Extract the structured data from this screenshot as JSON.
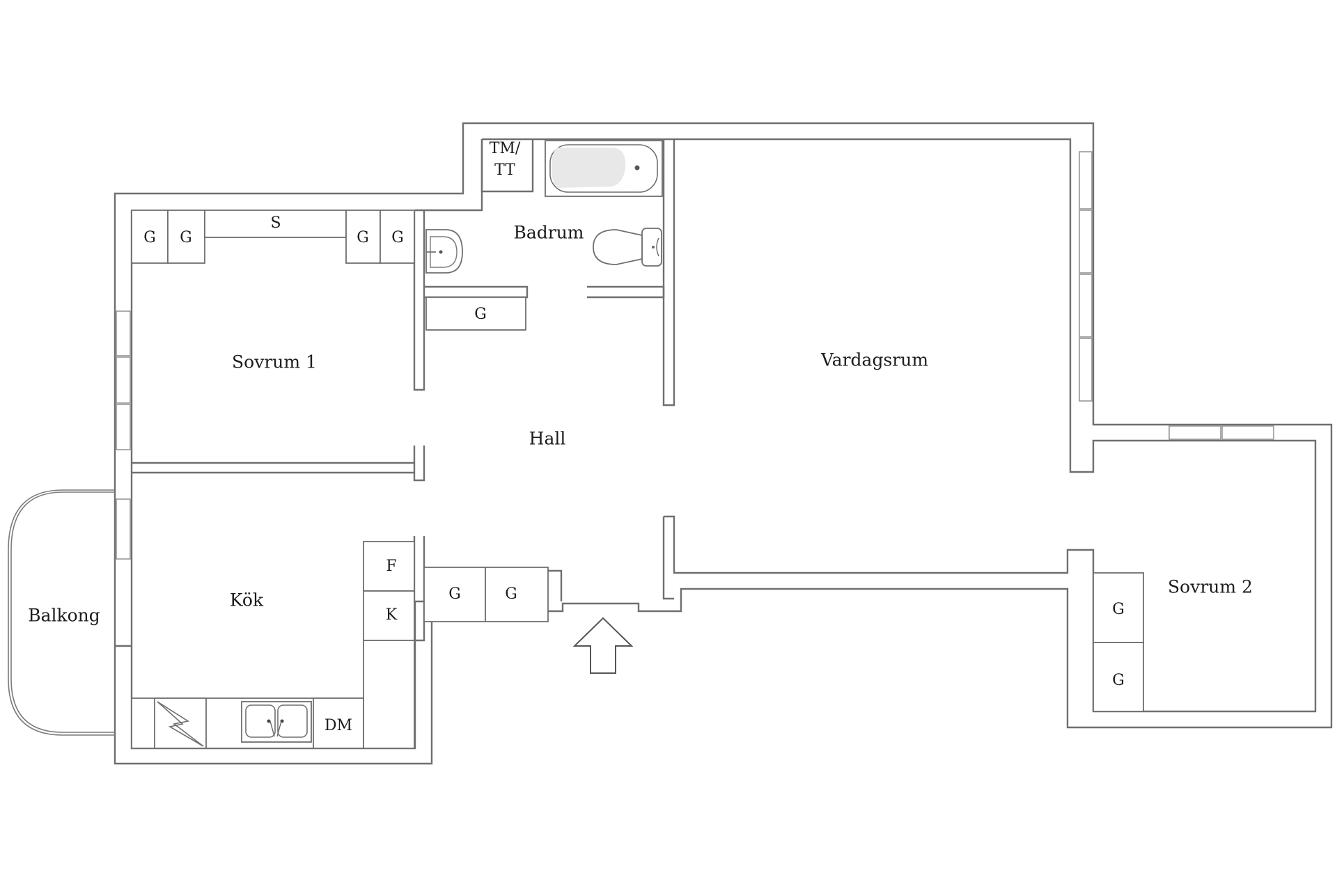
{
  "rooms": {
    "sovrum1": "Sovrum 1",
    "sovrum2": "Sovrum 2",
    "vardagsrum": "Vardagsrum",
    "hall": "Hall",
    "badrum": "Badrum",
    "kok": "Kök",
    "balkong": "Balkong"
  },
  "fixtures": {
    "wardrobe": "G",
    "shelf": "S",
    "washer_dryer_line1": "TM/",
    "washer_dryer_line2": "TT",
    "fridge": "F",
    "freezer": "K",
    "dishwasher": "DM"
  },
  "icons": {
    "entrance": "entrance-arrow-icon",
    "bathtub": "bathtub-icon",
    "toilet": "toilet-icon",
    "washbasin": "washbasin-icon",
    "stove": "stove-icon",
    "sink": "kitchen-sink-icon"
  }
}
